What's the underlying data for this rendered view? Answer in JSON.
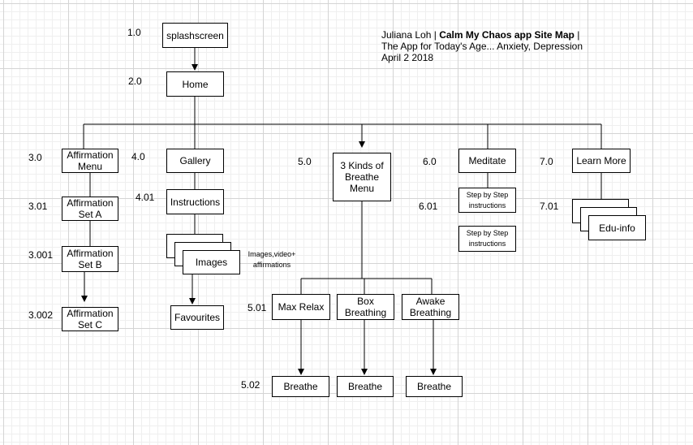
{
  "title": {
    "author": "Juliana Loh",
    "sep1": " | ",
    "site_map": "Calm My Chaos app Site Map",
    "sep2": " |",
    "line2": "The App for Today's Age... Anxiety, Depression",
    "line3": "April 2 2018"
  },
  "numbers": {
    "n1_0": "1.0",
    "n2_0": "2.0",
    "n3_0": "3.0",
    "n4_0": "4.0",
    "n5_0": "5.0",
    "n6_0": "6.0",
    "n7_0": "7.0",
    "n3_01": "3.01",
    "n4_01": "4.01",
    "n6_01": "6.01",
    "n7_01": "7.01",
    "n3_001": "3.001",
    "n3_002": "3.002",
    "n5_01": "5.01",
    "n5_02": "5.02"
  },
  "nodes": {
    "splashscreen": "splashscreen",
    "home": "Home",
    "affirmation_menu": "Affirmation Menu",
    "gallery": "Gallery",
    "breathe_menu": "3 Kinds of Breathe Menu",
    "meditate": "Meditate",
    "learn_more": "Learn More",
    "affirmation_a": "Affirmation Set A",
    "instructions": "Instructions",
    "step1": "Step by Step instructions",
    "step2": "Step by Step instructions",
    "edu_info": "Edu-info",
    "affirmation_b": "Affirmation Set B",
    "images": "Images",
    "affirmation_c": "Affirmation Set C",
    "favourites": "Favourites",
    "max_relax": "Max Relax",
    "box_breathing": "Box Breathing",
    "awake_breathing": "Awake Breathing",
    "breathe1": "Breathe",
    "breathe2": "Breathe",
    "breathe3": "Breathe"
  },
  "notes": {
    "images_note": "Images,video+ affirmations"
  }
}
